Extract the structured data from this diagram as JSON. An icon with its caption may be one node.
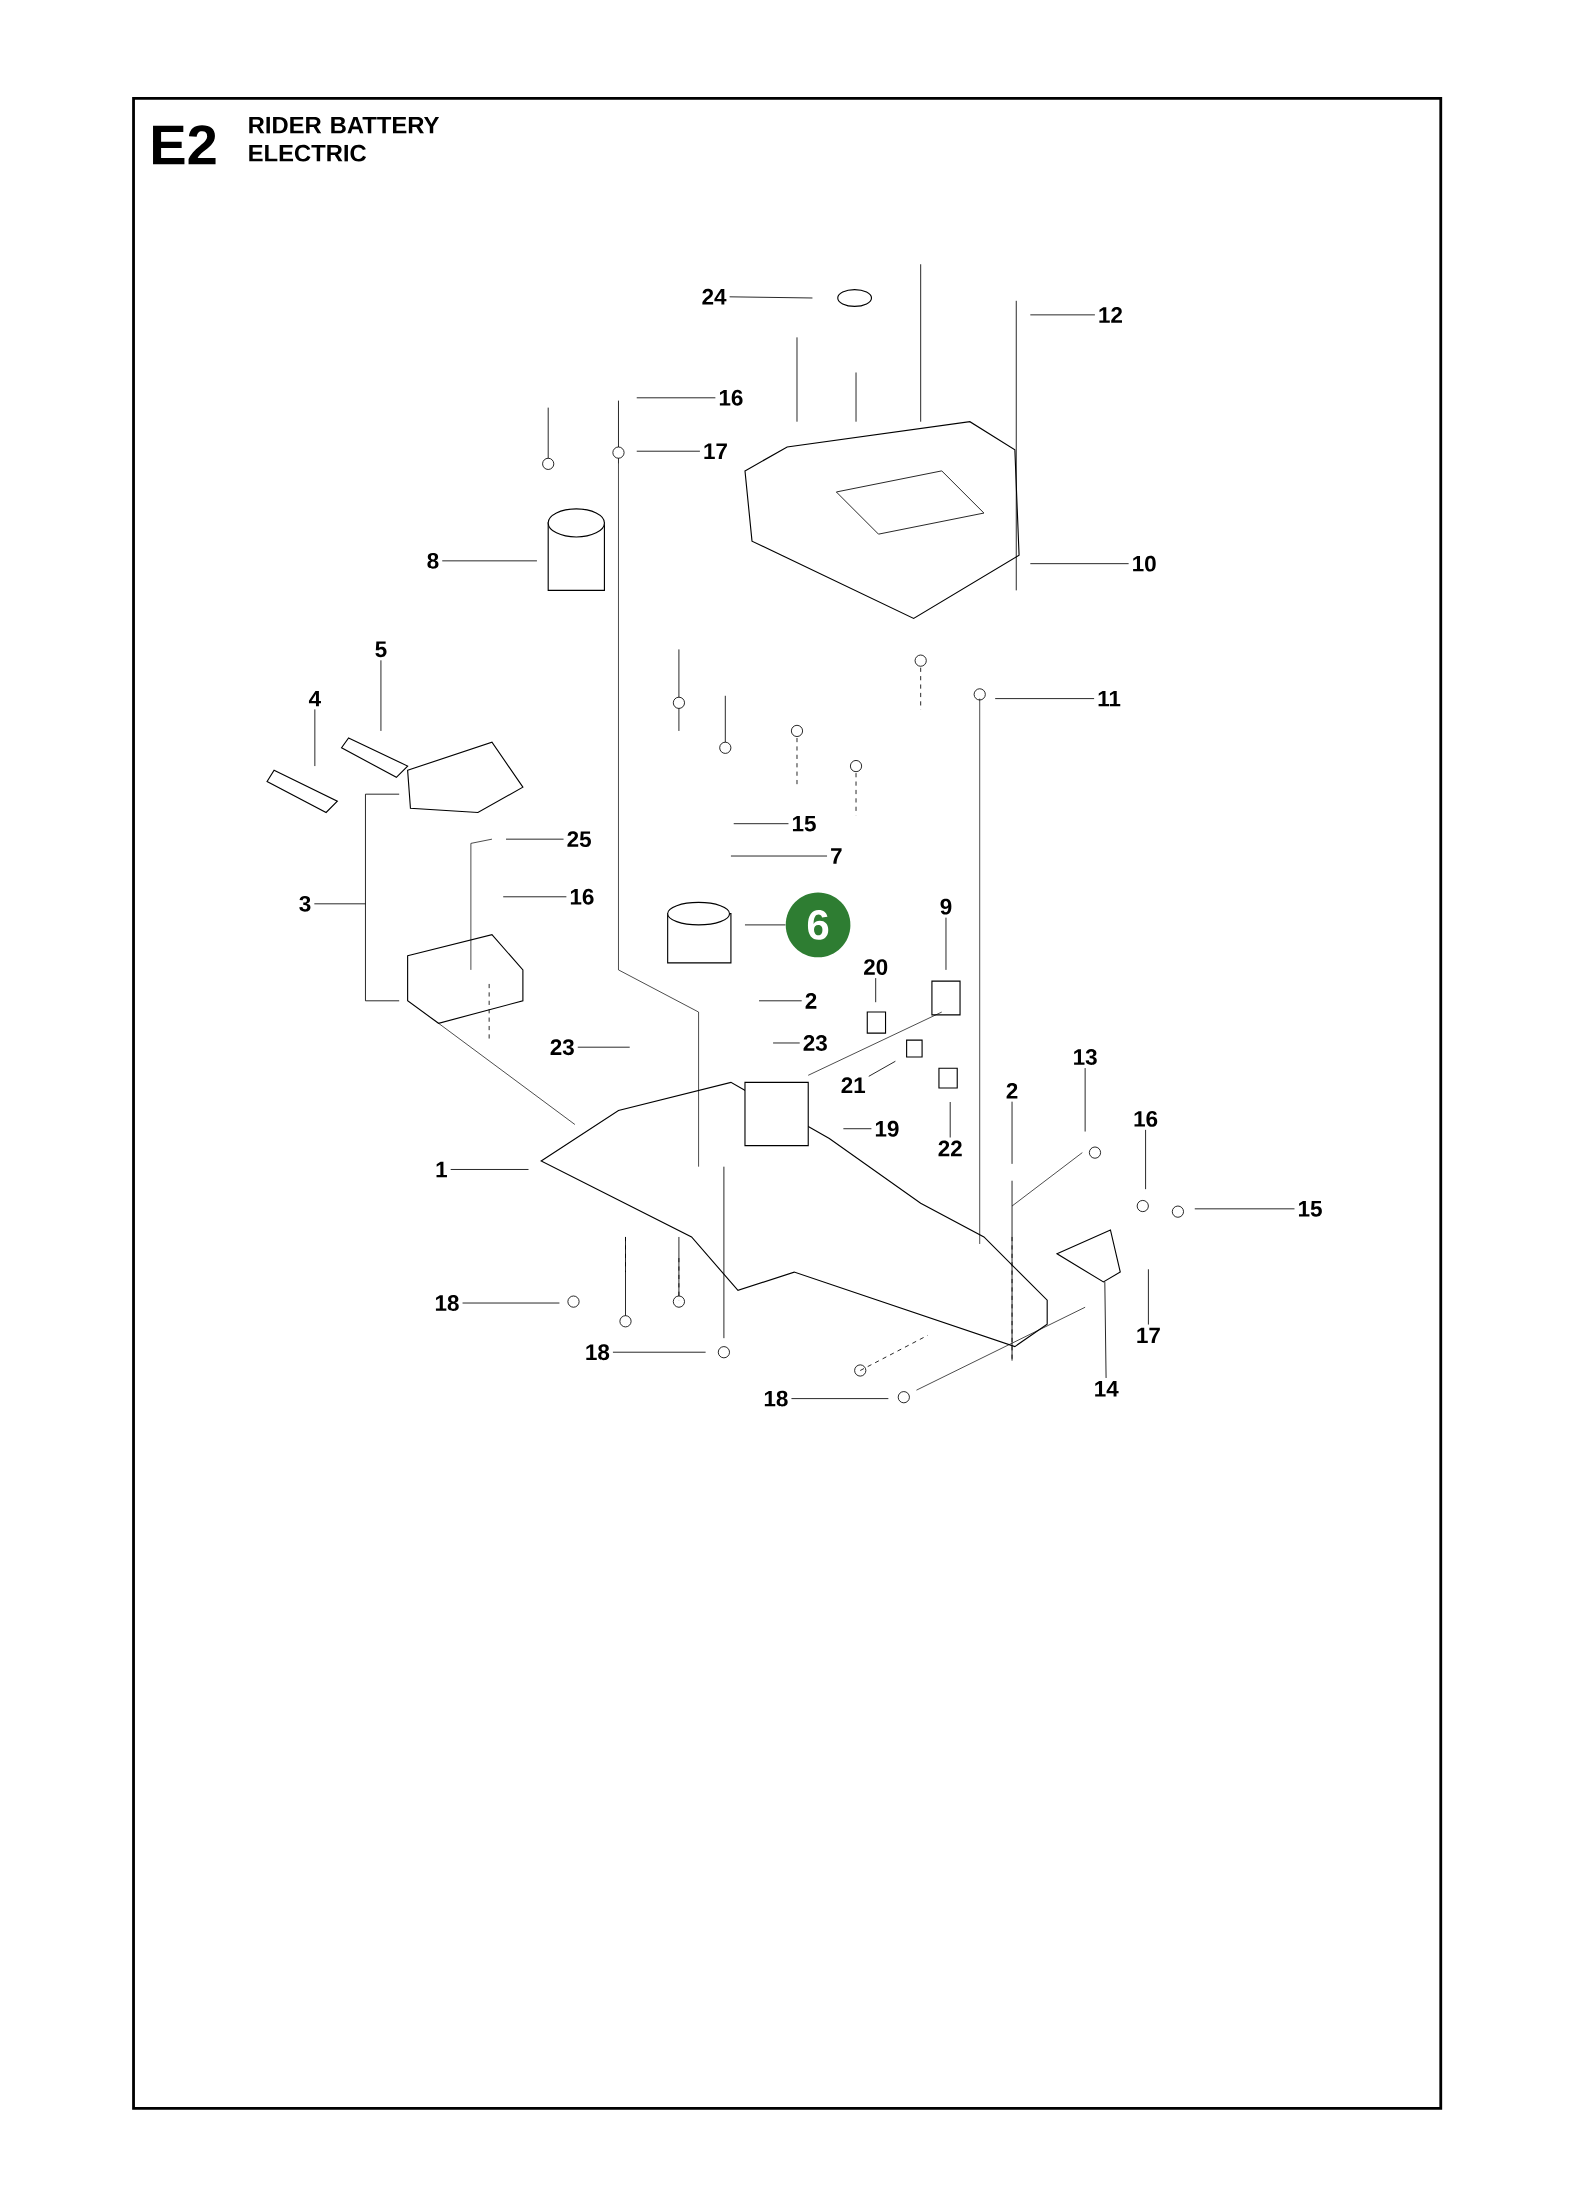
{
  "diagram": {
    "title": "RIDER BATTERY ELECTRIC",
    "nodes": [
      {
        "text": [
          "24"
        ]
      },
      {
        "text": [
          "12"
        ]
      },
      {
        "text": [
          "16"
        ]
      },
      {
        "text": [
          "17"
        ]
      },
      {
        "text": [
          "8"
        ]
      },
      {
        "text": [
          "10"
        ]
      },
      {
        "text": [
          "5"
        ]
      },
      {
        "text": [
          "4"
        ]
      },
      {
        "text": [
          "11"
        ]
      },
      {
        "text": [
          "15"
        ]
      },
      {
        "text": [
          "25"
        ]
      },
      {
        "text": [
          "7"
        ]
      },
      {
        "text": [
          "16"
        ]
      },
      {
        "text": [
          "3"
        ]
      },
      {
        "text": [
          "9"
        ]
      },
      {
        "text": [
          "6"
        ]
      },
      {
        "text": [
          "20"
        ]
      },
      {
        "text": [
          "2"
        ]
      },
      {
        "text": [
          "23"
        ]
      },
      {
        "text": [
          "23"
        ]
      },
      {
        "text": [
          "13"
        ]
      },
      {
        "text": [
          "21"
        ]
      },
      {
        "text": [
          "2"
        ]
      },
      {
        "text": [
          "16"
        ]
      },
      {
        "text": [
          "19"
        ]
      },
      {
        "text": [
          "22"
        ]
      },
      {
        "text": [
          "1"
        ]
      },
      {
        "text": [
          "15"
        ]
      },
      {
        "text": [
          "18"
        ]
      },
      {
        "text": [
          "17"
        ]
      },
      {
        "text": [
          "18"
        ]
      },
      {
        "text": [
          "14"
        ]
      },
      {
        "text": [
          "18"
        ]
      }
    ],
    "edges": [
      {
        "from": 0,
        "to": null,
        "arrow": "none"
      },
      {
        "from": 1,
        "to": null,
        "arrow": "none"
      },
      {
        "from": 2,
        "to": null,
        "arrow": "none"
      },
      {
        "from": 3,
        "to": null,
        "arrow": "none"
      },
      {
        "from": 4,
        "to": null,
        "arrow": "none"
      },
      {
        "from": 5,
        "to": null,
        "arrow": "none"
      },
      {
        "from": 6,
        "to": null,
        "arrow": "none"
      },
      {
        "from": 7,
        "to": null,
        "arrow": "none"
      },
      {
        "from": 8,
        "to": null,
        "arrow": "none"
      },
      {
        "from": 9,
        "to": null,
        "arrow": "none"
      },
      {
        "from": 10,
        "to": null,
        "arrow": "none"
      },
      {
        "from": 11,
        "to": null,
        "arrow": "none"
      },
      {
        "from": 12,
        "to": null,
        "arrow": "none"
      },
      {
        "from": 13,
        "to": null,
        "arrow": "none"
      },
      {
        "from": 14,
        "to": null,
        "arrow": "none"
      },
      {
        "from": 15,
        "to": null,
        "arrow": "none"
      },
      {
        "from": 16,
        "to": null,
        "arrow": "none"
      },
      {
        "from": 17,
        "to": null,
        "arrow": "none"
      },
      {
        "from": 18,
        "to": null,
        "arrow": "none"
      },
      {
        "from": 19,
        "to": null,
        "arrow": "none"
      },
      {
        "from": 20,
        "to": null,
        "arrow": "none"
      },
      {
        "from": 21,
        "to": null,
        "arrow": "none"
      },
      {
        "from": 22,
        "to": null,
        "arrow": "none"
      },
      {
        "from": 23,
        "to": null,
        "arrow": "none"
      },
      {
        "from": 24,
        "to": null,
        "arrow": "none"
      },
      {
        "from": 25,
        "to": null,
        "arrow": "none"
      },
      {
        "from": 26,
        "to": null,
        "arrow": "none"
      },
      {
        "from": 27,
        "to": null,
        "arrow": "none"
      },
      {
        "from": 28,
        "to": null,
        "arrow": "none"
      },
      {
        "from": 29,
        "to": null,
        "arrow": "none"
      },
      {
        "from": 30,
        "to": null,
        "arrow": "none"
      },
      {
        "from": 31,
        "to": null,
        "arrow": "none"
      },
      {
        "from": 32,
        "to": null,
        "arrow": "none"
      }
    ],
    "labels": [
      "E2"
    ]
  }
}
